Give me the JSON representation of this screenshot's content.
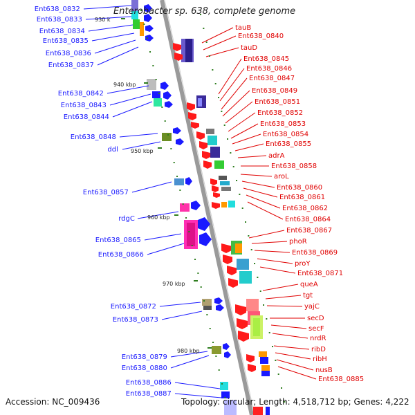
{
  "title": "Enterobacter sp. 638, complete genome",
  "footer": {
    "accession": "Accession: NC_009436",
    "topology": "Topology: circular; Length: 4,518,712 bp; Genes: 4,222"
  },
  "colors": {
    "left_label": "#1a1aff",
    "right_label": "#e00000",
    "axis": "#9a9a9a",
    "tick": "#2e7d1e",
    "minus_strand_arrow": "#ff1a1a",
    "plus_strand_arrow": "#1a1aff"
  },
  "scale_labels": [
    "930 k",
    "940 kbp",
    "950 kbp",
    "960 kbp",
    "970 kbp",
    "980 kbp"
  ],
  "left_genes": [
    "Ent638_0832",
    "Ent638_0833",
    "Ent638_0834",
    "Ent638_0835",
    "Ent638_0836",
    "Ent638_0837",
    "Ent638_0842",
    "Ent638_0843",
    "Ent638_0844",
    "Ent638_0848",
    "ddl",
    "Ent638_0857",
    "rdgC",
    "Ent638_0865",
    "Ent638_0866",
    "Ent638_0872",
    "Ent638_0873",
    "Ent638_0879",
    "Ent638_0880",
    "Ent638_0886",
    "Ent638_0887"
  ],
  "right_genes": [
    "tauB",
    "Ent638_0840",
    "tauD",
    "Ent638_0845",
    "Ent638_0846",
    "Ent638_0847",
    "Ent638_0849",
    "Ent638_0851",
    "Ent638_0852",
    "Ent638_0853",
    "Ent638_0854",
    "Ent638_0855",
    "adrA",
    "Ent638_0858",
    "aroL",
    "Ent638_0860",
    "Ent638_0861",
    "Ent638_0862",
    "Ent638_0864",
    "Ent638_0867",
    "phoR",
    "Ent638_0869",
    "proY",
    "Ent638_0871",
    "queA",
    "tgt",
    "yajC",
    "secD",
    "secF",
    "nrdR",
    "ribD",
    "ribH",
    "nusB",
    "Ent638_0885"
  ]
}
